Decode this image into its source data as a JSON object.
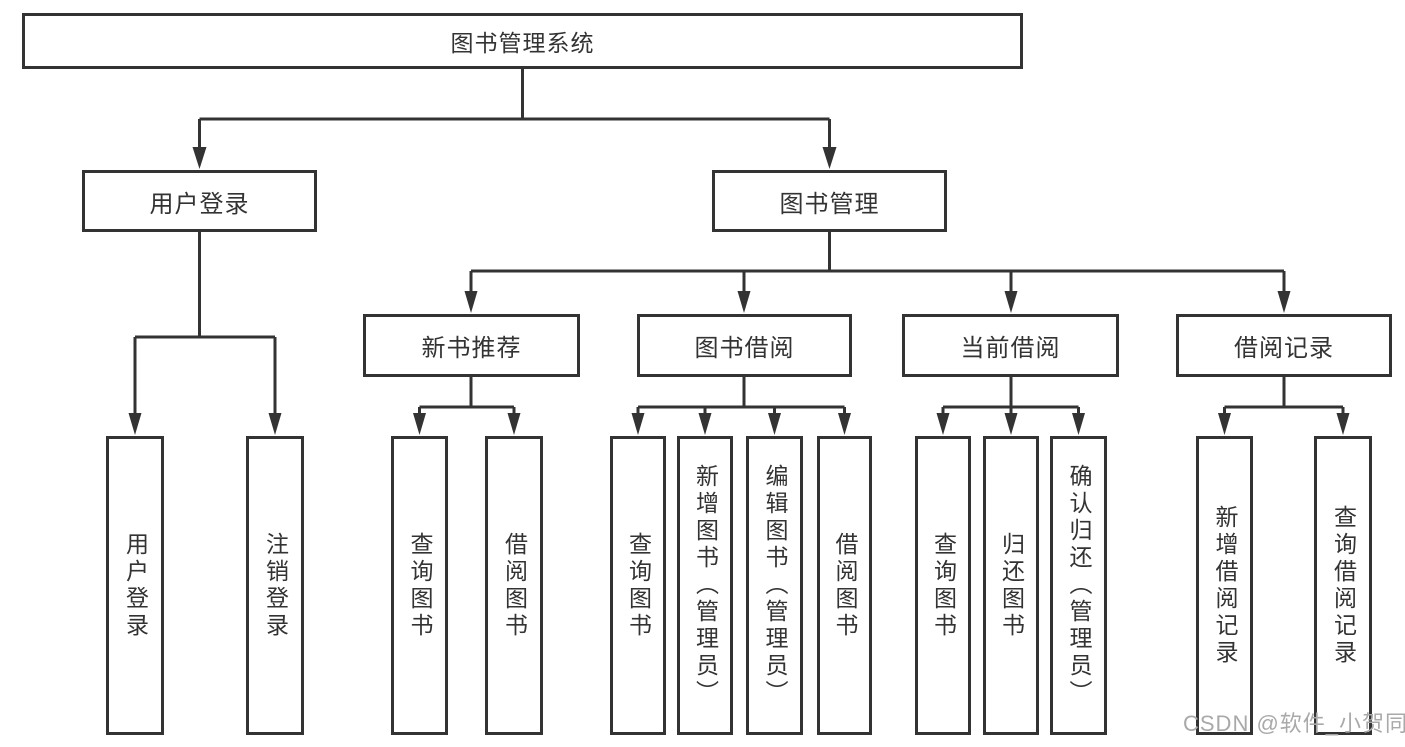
{
  "title": "图书管理系统",
  "level2": {
    "user_login": "用户登录",
    "book_management": "图书管理"
  },
  "level3": {
    "new_book_recommend": "新书推荐",
    "book_borrow": "图书借阅",
    "current_borrow": "当前借阅",
    "borrow_records": "借阅记录"
  },
  "leaves": {
    "user_login": [
      "用户登录",
      "注销登录"
    ],
    "new_book_recommend": [
      "查询图书",
      "借阅图书"
    ],
    "book_borrow": [
      "查询图书",
      "新增图书（管理员）",
      "编辑图书（管理员）",
      "借阅图书"
    ],
    "current_borrow": [
      "查询图书",
      "归还图书",
      "确认归还（管理员）"
    ],
    "borrow_records": [
      "新增借阅记录",
      "查询借阅记录"
    ]
  },
  "watermark": "CSDN @软件_小贺同学",
  "colors": {
    "line": "#333333",
    "text": "#333333",
    "watermark": "#a9a9a9",
    "background": "#ffffff"
  }
}
